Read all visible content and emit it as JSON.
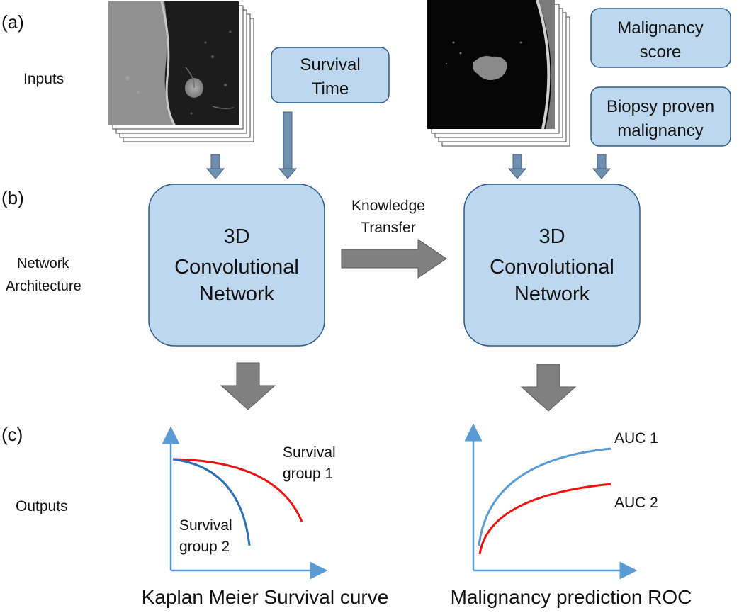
{
  "section_labels": {
    "a": "(a)",
    "b": "(b)",
    "c": "(c)"
  },
  "row_labels": {
    "inputs": "Inputs",
    "network_line1": "Network",
    "network_line2": "Architecture",
    "outputs": "Outputs"
  },
  "boxes": {
    "survival_time": [
      "Survival",
      "Time"
    ],
    "malignancy_score": [
      "Malignancy",
      "score"
    ],
    "biopsy": [
      "Biopsy proven",
      "malignancy"
    ]
  },
  "networks": {
    "left": [
      "3D",
      "Convolutional",
      "Network"
    ],
    "right": [
      "3D",
      "Convolutional",
      "Network"
    ]
  },
  "transfer_label": [
    "Knowledge",
    "Transfer"
  ],
  "km_plot": {
    "caption": "Kaplan Meier Survival curve",
    "group1": [
      "Survival",
      "group 1"
    ],
    "group2": [
      "Survival",
      "group 2"
    ]
  },
  "roc_plot": {
    "caption": "Malignancy prediction ROC",
    "auc1": "AUC 1",
    "auc2": "AUC 2"
  },
  "colors": {
    "box_fill": "#bdd7ee",
    "box_stroke": "#2e5a8a",
    "arrow_gray": "#808080",
    "small_arrow": "#5b7a9a",
    "axis_blue": "#5b9bd5",
    "curve_red": "#ee1111",
    "curve_blue": "#2e6fb6"
  }
}
